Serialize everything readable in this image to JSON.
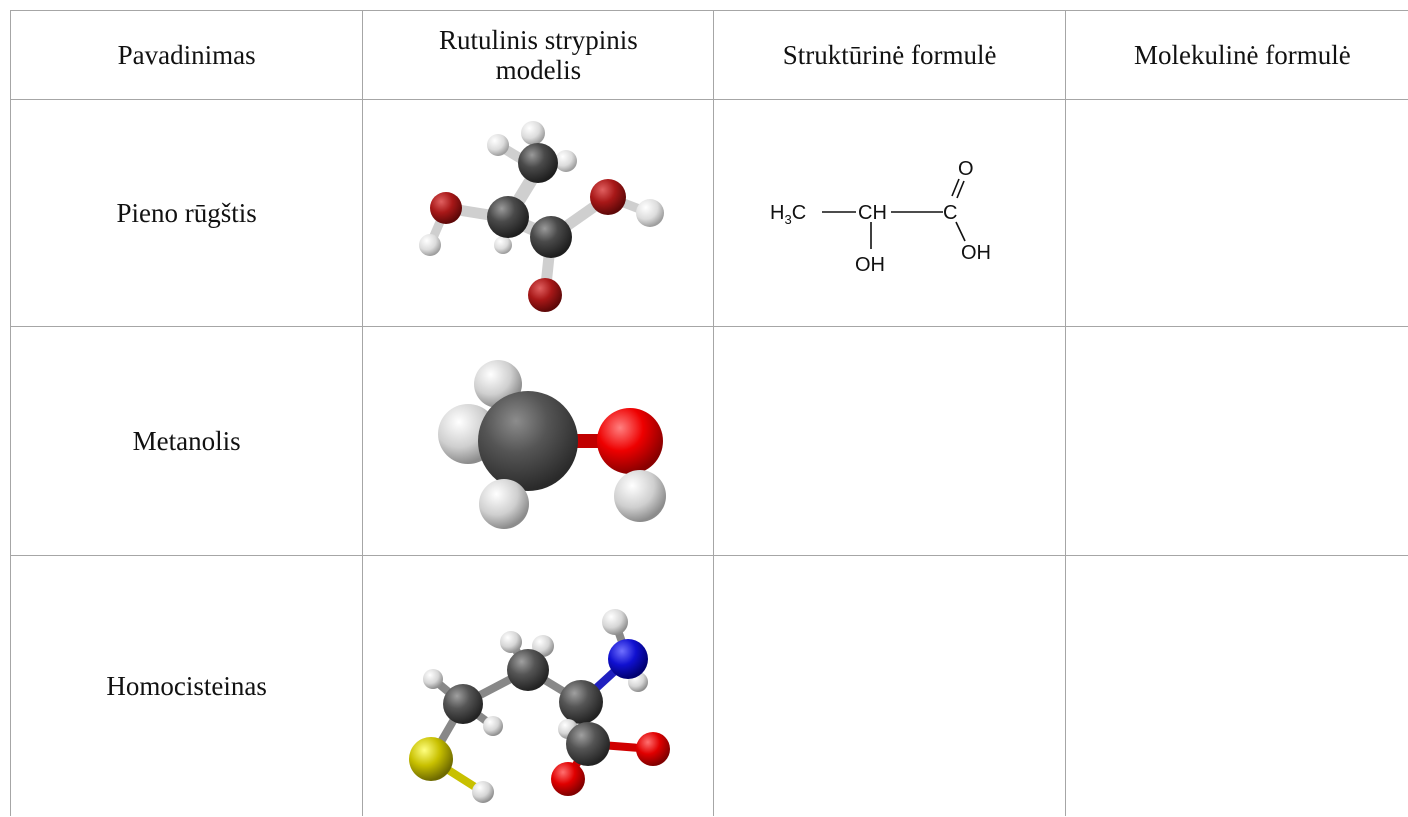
{
  "table": {
    "headers": {
      "name": "Pavadinimas",
      "model": "Rutulinis strypinis modelis",
      "structural": "Struktūrinė formulė",
      "molecular": "Molekulinė formulė"
    },
    "rows": [
      {
        "name": "Pieno rūgštis",
        "model_icon": "lactic-acid-ball-stick-model",
        "structural_formula": {
          "h3c": "H",
          "h3c_sub": "3",
          "c_after": "C",
          "ch": "CH",
          "c": "C",
          "o_top": "O",
          "oh_bottom": "OH",
          "oh_right": "OH"
        },
        "molecular_formula": ""
      },
      {
        "name": "Metanolis",
        "model_icon": "methanol-ball-stick-model",
        "structural_formula": null,
        "molecular_formula": ""
      },
      {
        "name": "Homocisteinas",
        "model_icon": "homocysteine-ball-stick-model",
        "structural_formula": null,
        "molecular_formula": ""
      }
    ]
  },
  "colors": {
    "carbon": "#4a4a4a",
    "hydrogen": "#e6e6e6",
    "oxygen_dark": "#b01a1a",
    "oxygen_bright": "#e60000",
    "nitrogen": "#1a1ad6",
    "sulfur": "#c8c000",
    "border": "#a6a6a6"
  }
}
